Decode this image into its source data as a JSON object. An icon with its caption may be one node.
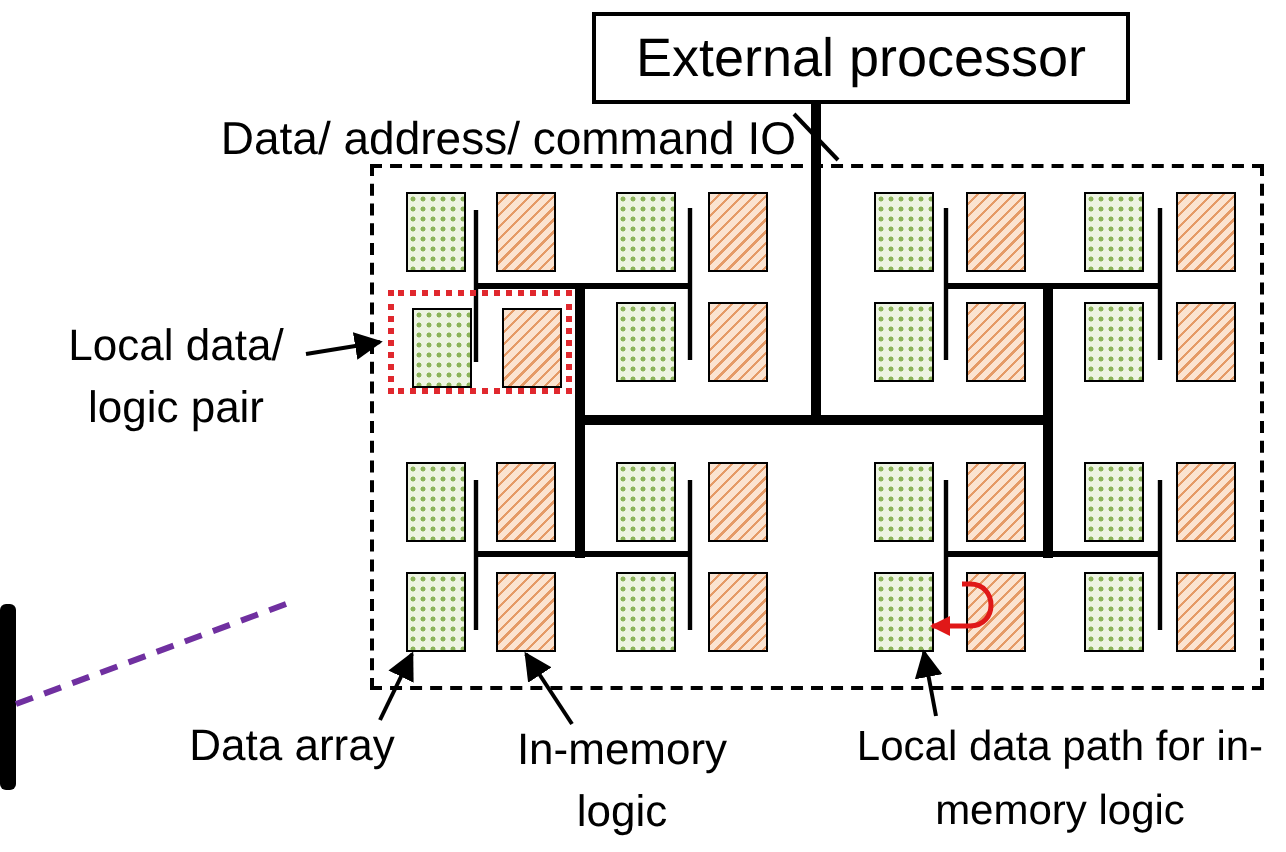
{
  "diagram": {
    "nodes": [
      {
        "text": [
          "External processor"
        ]
      },
      {
        "text": [
          "Data/ address/ command IO"
        ]
      },
      {
        "text": [],
        "shape": "box"
      },
      {
        "text": [],
        "shape": "box",
        "in": 2
      },
      {
        "text": [],
        "shape": "box",
        "in": 2
      },
      {
        "text": [],
        "shape": "box",
        "in": 2
      },
      {
        "text": [],
        "shape": "box",
        "in": 2
      },
      {
        "text": [],
        "shape": "box",
        "in": 2
      },
      {
        "text": [],
        "shape": "box",
        "in": 2
      },
      {
        "text": [],
        "shape": "box",
        "in": 2
      },
      {
        "text": [],
        "shape": "box",
        "in": 2
      },
      {
        "text": [],
        "shape": "box",
        "in": 2
      },
      {
        "text": [],
        "shape": "box",
        "in": 3
      },
      {
        "text": [],
        "shape": "box",
        "in": 3
      },
      {
        "text": [],
        "shape": "box",
        "in": 2
      },
      {
        "text": [],
        "shape": "box",
        "in": 2
      },
      {
        "text": [],
        "shape": "box",
        "in": 2
      },
      {
        "text": [],
        "shape": "box",
        "in": 2
      },
      {
        "text": [],
        "shape": "box",
        "in": 2
      },
      {
        "text": [],
        "shape": "box",
        "in": 2
      },
      {
        "text": [],
        "shape": "box",
        "in": 2
      },
      {
        "text": [],
        "shape": "box",
        "in": 2
      },
      {
        "text": [],
        "shape": "box",
        "in": 2
      },
      {
        "text": [],
        "shape": "box",
        "in": 2
      },
      {
        "text": [],
        "shape": "box",
        "in": 2
      },
      {
        "text": [],
        "shape": "box",
        "in": 2
      },
      {
        "text": [],
        "shape": "box",
        "in": 2
      },
      {
        "text": [],
        "shape": "box",
        "in": 2
      },
      {
        "text": [],
        "shape": "box",
        "in": 2
      },
      {
        "text": [],
        "shape": "box",
        "in": 2
      },
      {
        "text": [],
        "shape": "box",
        "in": 2
      },
      {
        "text": [],
        "shape": "box",
        "in": 2
      },
      {
        "text": [],
        "shape": "box",
        "in": 2
      },
      {
        "text": [],
        "shape": "box",
        "in": 2
      },
      {
        "text": [],
        "shape": "box",
        "in": 2
      },
      {
        "text": [],
        "shape": "box",
        "in": 2
      },
      {
        "text": [
          "Local data/ logic pair"
        ]
      },
      {
        "text": [
          "Data array"
        ]
      },
      {
        "text": [
          "In-memory logic"
        ]
      },
      {
        "text": [
          "Local data path for in-memory logic"
        ]
      }
    ],
    "edges": [
      {
        "from": 0,
        "to": 2,
        "arrow": "none",
        "style": "thick"
      },
      {
        "from": 1,
        "to": 2,
        "arrow": "none"
      },
      {
        "from": 36,
        "to": 3,
        "arrow": "to"
      },
      {
        "from": 37,
        "to": 28,
        "arrow": "to"
      },
      {
        "from": 38,
        "to": 29,
        "arrow": "to"
      },
      {
        "from": 33,
        "to": 32,
        "arrow": "to",
        "color": "#e01818"
      },
      {
        "from": 39,
        "to": 32,
        "arrow": "to"
      }
    ]
  }
}
